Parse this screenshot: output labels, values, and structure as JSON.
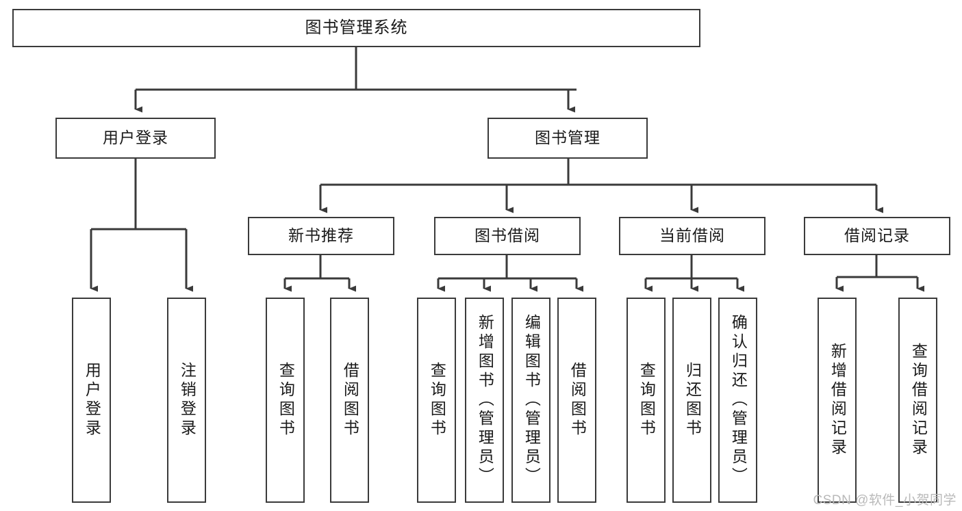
{
  "diagram": {
    "title": "图书管理系统",
    "type": "tree-hierarchy",
    "nodes": {
      "root": {
        "label": "图书管理系统"
      },
      "level2": [
        {
          "id": "user-login",
          "label": "用户登录"
        },
        {
          "id": "book-manage",
          "label": "图书管理"
        }
      ],
      "level3": [
        {
          "id": "new-book-recommend",
          "label": "新书推荐"
        },
        {
          "id": "book-borrow",
          "label": "图书借阅"
        },
        {
          "id": "current-borrow",
          "label": "当前借阅"
        },
        {
          "id": "borrow-record",
          "label": "借阅记录"
        }
      ],
      "leaves": {
        "user_login": [
          {
            "id": "leaf-user-login",
            "label": "用户登录"
          },
          {
            "id": "leaf-logout-login",
            "label": "注销登录"
          }
        ],
        "new_book_recommend": [
          {
            "id": "leaf-query-book-1",
            "label": "查询图书"
          },
          {
            "id": "leaf-borrow-book-1",
            "label": "借阅图书"
          }
        ],
        "book_borrow": [
          {
            "id": "leaf-query-book-2",
            "label": "查询图书"
          },
          {
            "id": "leaf-add-book",
            "label": "新增图书（管理员）"
          },
          {
            "id": "leaf-edit-book",
            "label": "编辑图书（管理员）"
          },
          {
            "id": "leaf-borrow-book-2",
            "label": "借阅图书"
          }
        ],
        "current_borrow": [
          {
            "id": "leaf-query-book-3",
            "label": "查询图书"
          },
          {
            "id": "leaf-return-book",
            "label": "归还图书"
          },
          {
            "id": "leaf-confirm-return",
            "label": "确认归还（管理员）"
          }
        ],
        "borrow_record": [
          {
            "id": "leaf-add-record",
            "label": "新增借阅记录"
          },
          {
            "id": "leaf-query-record",
            "label": "查询借阅记录"
          }
        ]
      }
    },
    "colors": {
      "stroke": "#3a3a3a",
      "fill": "#ffffff",
      "text": "#1a1a1a",
      "watermark": "#b9b9b9"
    }
  },
  "watermark": {
    "text": "CSDN @软件_小贺同学"
  }
}
